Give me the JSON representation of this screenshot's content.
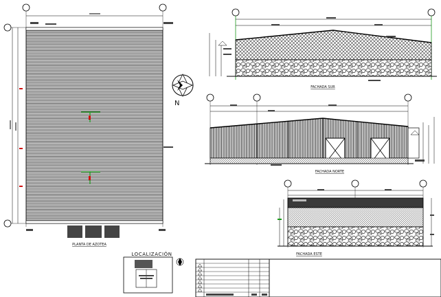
{
  "roof_plan": {
    "title": "PLANTA DE AZOTEA"
  },
  "north_arrow": {
    "label": "N"
  },
  "elevations": {
    "south": {
      "title": "FACHADA SUR"
    },
    "north": {
      "title": "FACHADA NORTE"
    },
    "east": {
      "title": "FACHADA ESTE"
    }
  },
  "location": {
    "title": "LOCALIZACIÓN"
  },
  "grid_marker_color": "#1a9a1a",
  "accent_red": "#d01010"
}
